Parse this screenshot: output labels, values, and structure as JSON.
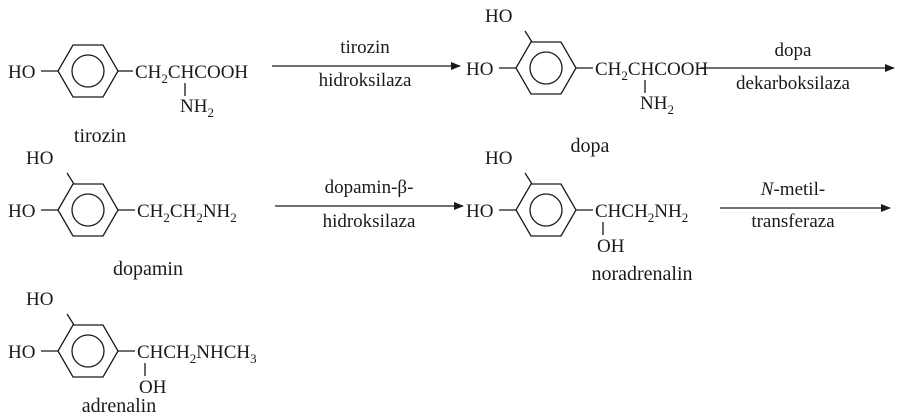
{
  "groups": {
    "ho": "HO"
  },
  "compounds": [
    {
      "name": "tirozin",
      "main": "CH",
      "main_sub": "2",
      "main_rest": "CHCOOH",
      "branch": "NH",
      "branch_sub": "2"
    },
    {
      "name": "dopa",
      "main": "CH",
      "main_sub": "2",
      "main_rest": "CHCOOH",
      "branch": "NH",
      "branch_sub": "2"
    },
    {
      "name": "dopamin",
      "main": "CH",
      "main_sub": "2",
      "main_mid": "CH",
      "main_sub2": "2",
      "main_rest": "NH",
      "main_sub3": "2"
    },
    {
      "name": "noradrenalin",
      "main": "CHCH",
      "main_sub": "2",
      "main_rest": "NH",
      "main_sub2": "2",
      "branch": "OH"
    },
    {
      "name": "adrenalin",
      "main": "CHCH",
      "main_sub": "2",
      "main_rest": "NHCH",
      "main_sub2": "3",
      "branch": "OH"
    }
  ],
  "enzymes": [
    {
      "top": "tirozin",
      "bottom": "hidroksilaza"
    },
    {
      "top": "dopa",
      "bottom": "dekarboksilaza"
    },
    {
      "top": "dopamin-β-",
      "bottom": "hidroksilaza"
    },
    {
      "top_italic": "N",
      "top": "-metil-",
      "bottom": "transferaza"
    }
  ]
}
